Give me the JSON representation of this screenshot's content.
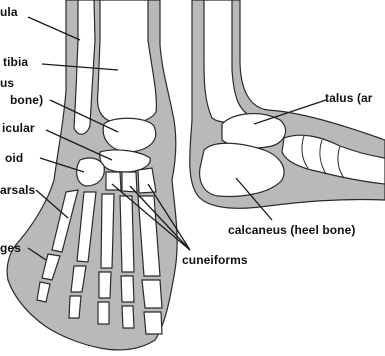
{
  "colors": {
    "background": "#ffffff",
    "soft_tissue": "#b9b9b9",
    "bone": "#ffffff",
    "outline": "#2a2a2a",
    "text": "#111111"
  },
  "labels": {
    "fibula": "ula",
    "tibia": "tibia",
    "talus_left": "us",
    "talus_left_sub": "bone)",
    "navicular": "icular",
    "cuboid": "oid",
    "metatarsals": "arsals",
    "phalanges": "ges",
    "cuneiforms": "cuneiforms",
    "talus_right": "talus (ar",
    "calcaneus": "calcaneus (heel bone)"
  }
}
